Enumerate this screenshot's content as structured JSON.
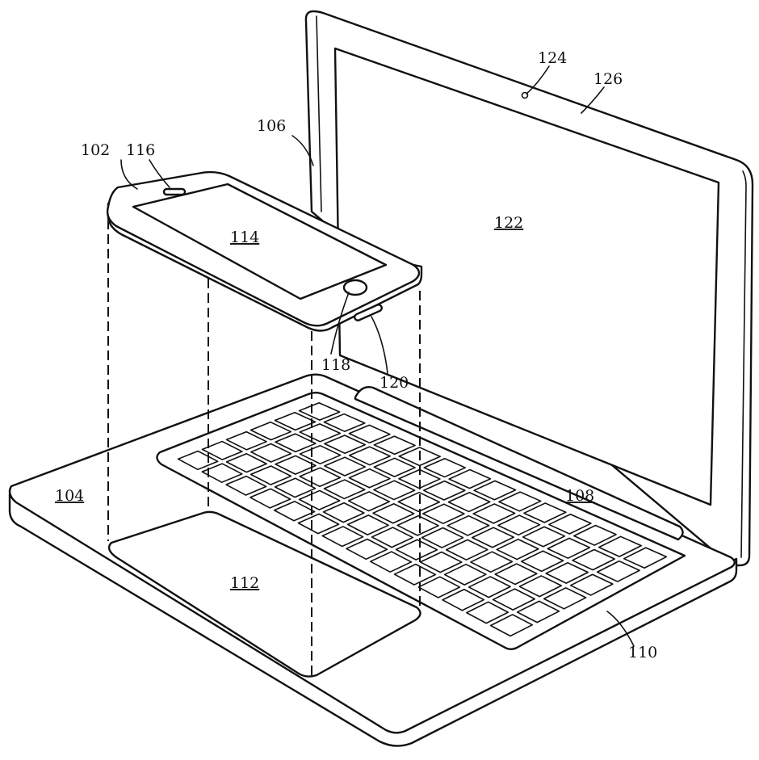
{
  "figure": {
    "labels": {
      "l102": "102",
      "l104": "104",
      "l106": "106",
      "l108": "108",
      "l110": "110",
      "l112": "112",
      "l114": "114",
      "l116": "116",
      "l118": "118",
      "l120": "120",
      "l122": "122",
      "l124": "124",
      "l126": "126"
    }
  }
}
